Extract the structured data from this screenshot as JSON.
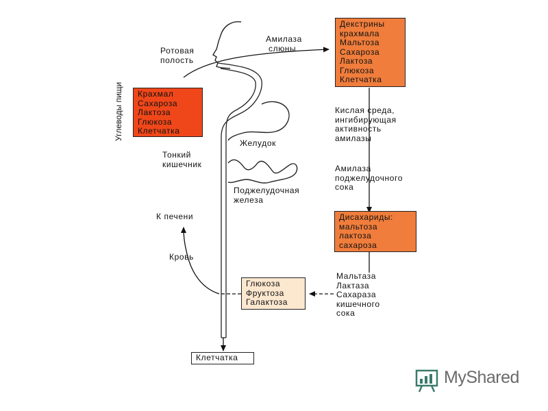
{
  "labels": {
    "oral_cavity": [
      "Ротовая",
      "полость"
    ],
    "salivary_amylase": [
      "Амилаза",
      "слюны"
    ],
    "food_carbs": "Углеводы пищи",
    "acid_env": [
      "Кислая среда,",
      "ингибирующая",
      "активность",
      "амилазы"
    ],
    "stomach": "Желудок",
    "small_intestine": [
      "Тонкий",
      "кишечник"
    ],
    "pancreatic_amylase": [
      "Амилаза",
      "поджелудочного",
      "сока"
    ],
    "pancreas": [
      "Поджелудочная",
      "железа"
    ],
    "to_liver": "К печени",
    "blood": "Кровь",
    "enzymes": [
      "Мальтаза",
      "Лактаза",
      "Сахараза",
      "кишечного",
      "сока"
    ]
  },
  "boxes": {
    "food": [
      "Крахмал",
      "Сахароза",
      "Лактоза",
      "Глюкоза",
      "Клетчатка"
    ],
    "dextrins": [
      "Декстрины",
      "крахмала",
      "Мальтоза",
      "Сахароза",
      "Лактоза",
      "Глюкоза",
      "Клетчатка"
    ],
    "disaccharides": [
      "Дисахариды:",
      "мальтоза",
      "лактоза",
      "сахароза"
    ],
    "monosaccharides": [
      "Глюкоза",
      "Фруктоза",
      "Галактоза"
    ],
    "fiber": "Клетчатка"
  },
  "watermark": {
    "text": "MyShared",
    "icon": "presentation-board-icon"
  },
  "colors": {
    "red_box": "#f0471a",
    "orange_box": "#f07d3c",
    "cream_box": "#fce7cf"
  }
}
